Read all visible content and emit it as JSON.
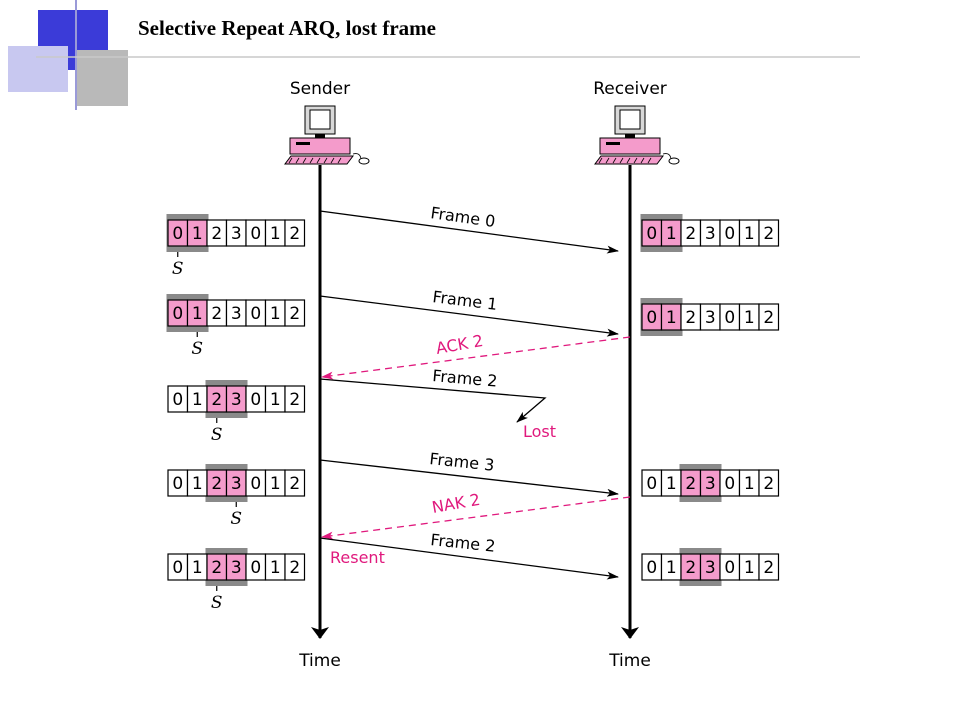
{
  "slide": {
    "title": "Selective Repeat ARQ, lost frame",
    "colors": {
      "accent_dark": "#3b3bd8",
      "accent_light": "#c8c8f0",
      "decor_gray": "#b9b9b9"
    }
  },
  "diagram": {
    "sender_label": "Sender",
    "receiver_label": "Receiver",
    "time_label": "Time",
    "sender_icon": "computer-icon",
    "receiver_icon": "computer-icon",
    "colors": {
      "window_fill": "#f49bcb",
      "window_frame": "#8a8a8a",
      "ack_nak": "#e0197d",
      "line": "#000000"
    },
    "sequence_numbers": [
      "0",
      "1",
      "2",
      "3",
      "0",
      "1",
      "2"
    ],
    "sender_windows": [
      {
        "window_start": 0,
        "window_size": 2,
        "pointer_index": 0,
        "pointer_label": "S"
      },
      {
        "window_start": 0,
        "window_size": 2,
        "pointer_index": 1,
        "pointer_label": "S"
      },
      {
        "window_start": 2,
        "window_size": 2,
        "pointer_index": 2,
        "pointer_label": "S"
      },
      {
        "window_start": 2,
        "window_size": 2,
        "pointer_index": 3,
        "pointer_label": "S"
      },
      {
        "window_start": 2,
        "window_size": 2,
        "pointer_index": 2,
        "pointer_label": "S"
      }
    ],
    "receiver_windows": [
      {
        "window_start": 0,
        "window_size": 2
      },
      {
        "window_start": 0,
        "window_size": 2
      },
      {
        "window_start": 2,
        "window_size": 2
      },
      {
        "window_start": 2,
        "window_size": 2
      }
    ],
    "messages": [
      {
        "label": "Frame 0",
        "kind": "frame",
        "from": "sender",
        "status": "delivered"
      },
      {
        "label": "Frame 1",
        "kind": "frame",
        "from": "sender",
        "status": "delivered"
      },
      {
        "label": "ACK 2",
        "kind": "ack",
        "from": "receiver",
        "status": "delivered"
      },
      {
        "label": "Frame 2",
        "kind": "frame",
        "from": "sender",
        "status": "lost",
        "note": "Lost"
      },
      {
        "label": "Frame 3",
        "kind": "frame",
        "from": "sender",
        "status": "delivered"
      },
      {
        "label": "NAK 2",
        "kind": "nak",
        "from": "receiver",
        "status": "delivered"
      },
      {
        "label": "Frame 2",
        "kind": "frame",
        "from": "sender",
        "status": "delivered",
        "note": "Resent"
      }
    ]
  }
}
